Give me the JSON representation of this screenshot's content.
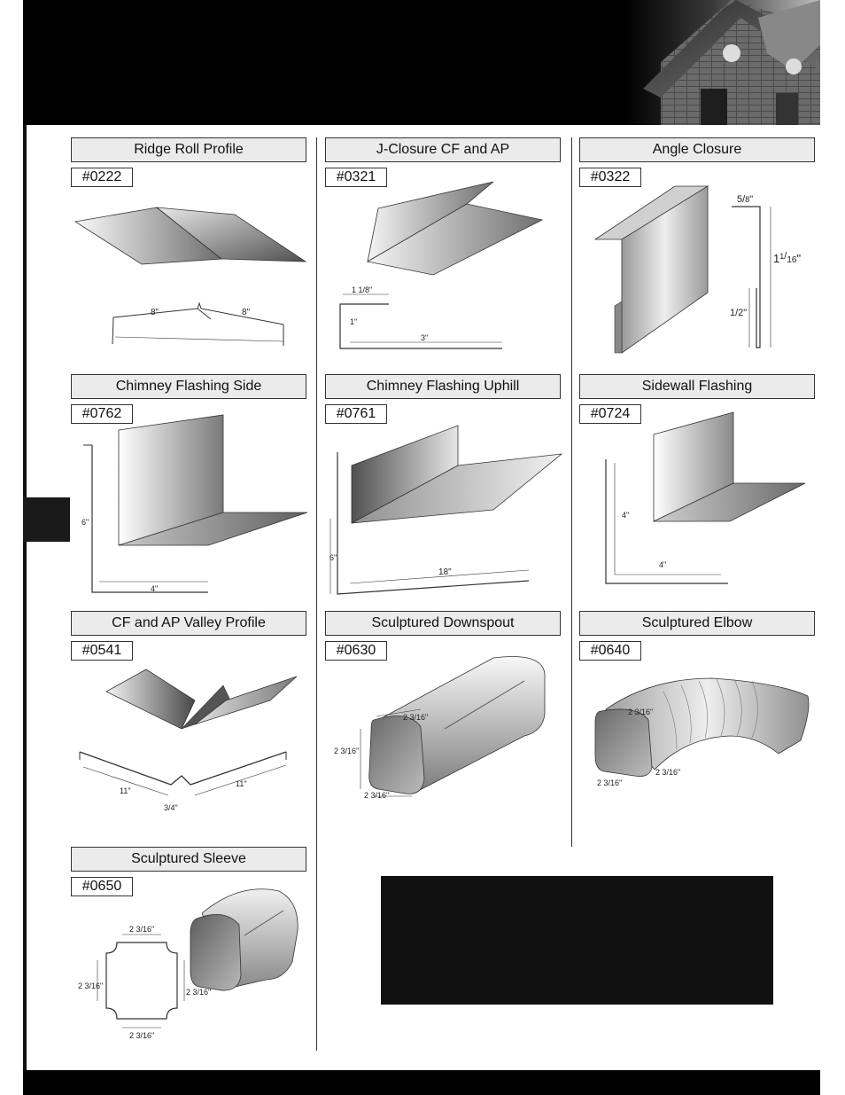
{
  "products": [
    {
      "title": "Ridge Roll Profile",
      "code": "#0222",
      "dims": {
        "left": "8\"",
        "right": "8\""
      }
    },
    {
      "title": "J-Closure CF and AP",
      "code": "#0321",
      "dims": {
        "top": "1 1/8\"",
        "side": "1\"",
        "bottom": "3\""
      }
    },
    {
      "title": "Angle Closure",
      "code": "#0322",
      "dims": {
        "top_num": "5",
        "top_den": "8",
        "height_whole": "1",
        "height_num": "1",
        "height_den": "16",
        "lower": "1/2\""
      }
    },
    {
      "title": "Chimney Flashing Side",
      "code": "#0762",
      "dims": {
        "vertical": "6\"",
        "horizontal": "4\""
      }
    },
    {
      "title": "Chimney Flashing Uphill",
      "code": "#0761",
      "dims": {
        "vertical": "6\"",
        "horizontal": "18\""
      }
    },
    {
      "title": "Sidewall Flashing",
      "code": "#0724",
      "dims": {
        "vertical": "4\"",
        "horizontal": "4\""
      }
    },
    {
      "title": "CF and AP Valley Profile",
      "code": "#0541",
      "dims": {
        "left": "11\"",
        "right": "11\"",
        "center": "3/4\""
      }
    },
    {
      "title": "Sculptured Downspout",
      "code": "#0630",
      "dims": {
        "top": "2 3/16\"",
        "side": "2 3/16\"",
        "bottom": "2 3/16\""
      }
    },
    {
      "title": "Sculptured Elbow",
      "code": "#0640",
      "dims": {
        "top": "2 3/16\"",
        "side": "2 3/16\"",
        "bottom": "2 3/16\""
      }
    },
    {
      "title": "Sculptured Sleeve",
      "code": "#0650",
      "dims": {
        "top": "2 3/16\"",
        "left": "2 3/16\"",
        "right": "2 3/16\"",
        "bottom": "2 3/16\""
      }
    }
  ],
  "icons": {
    "header_photo": "house-roof-photo",
    "footer": "footer-bar"
  },
  "colors": {
    "header": "#000000",
    "title_fill": "#ebebeb",
    "metal_light": "#f2f2f2",
    "metal_dark": "#5a5a5a"
  }
}
